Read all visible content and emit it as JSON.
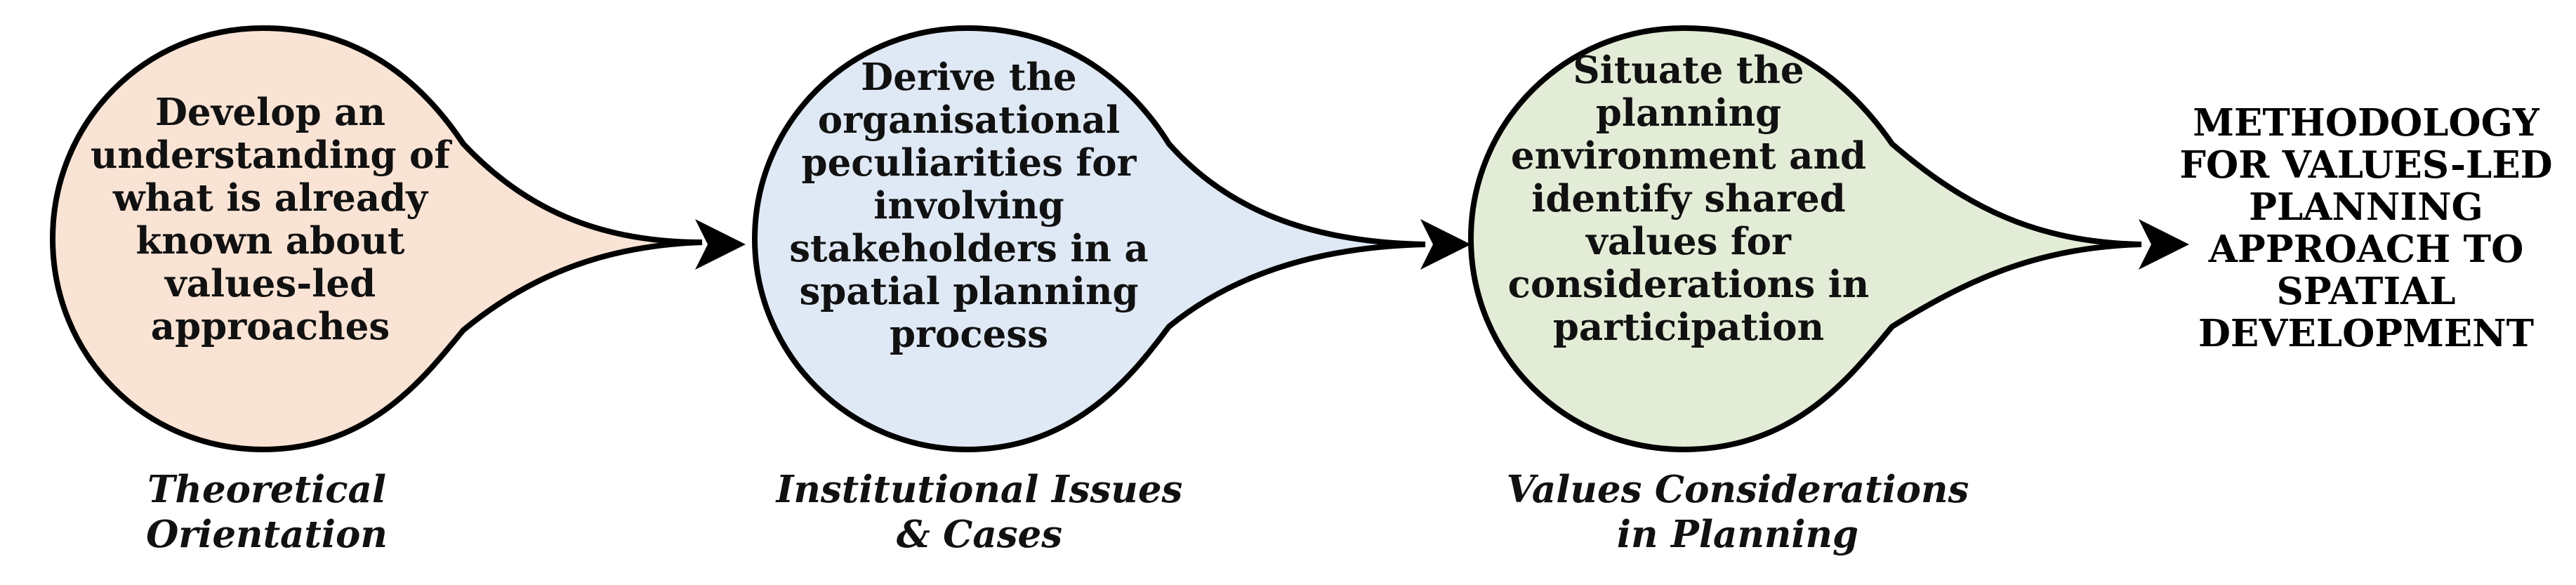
{
  "colors": {
    "stage1_fill": "#f9e3d4",
    "stage2_fill": "#dfe9f5",
    "stage3_fill": "#e3ecd6",
    "outline": "#000000"
  },
  "stages": [
    {
      "text": "Develop an\nunderstanding of\nwhat is already\nknown about\nvalues-led\napproaches",
      "caption": "Theoretical\nOrientation"
    },
    {
      "text": "Derive the\norganisational\npeculiarities for\ninvolving\nstakeholders in a\nspatial planning\nprocess",
      "caption": "Institutional Issues\n& Cases"
    },
    {
      "text": "Situate the\nplanning\nenvironment and\nidentify shared\nvalues for\nconsiderations in\nparticipation",
      "caption": "Values Considerations\nin Planning"
    }
  ],
  "result": {
    "text": "METHODOLOGY\nFOR VALUES-LED\nPLANNING\nAPPROACH TO\nSPATIAL\nDEVELOPMENT"
  }
}
